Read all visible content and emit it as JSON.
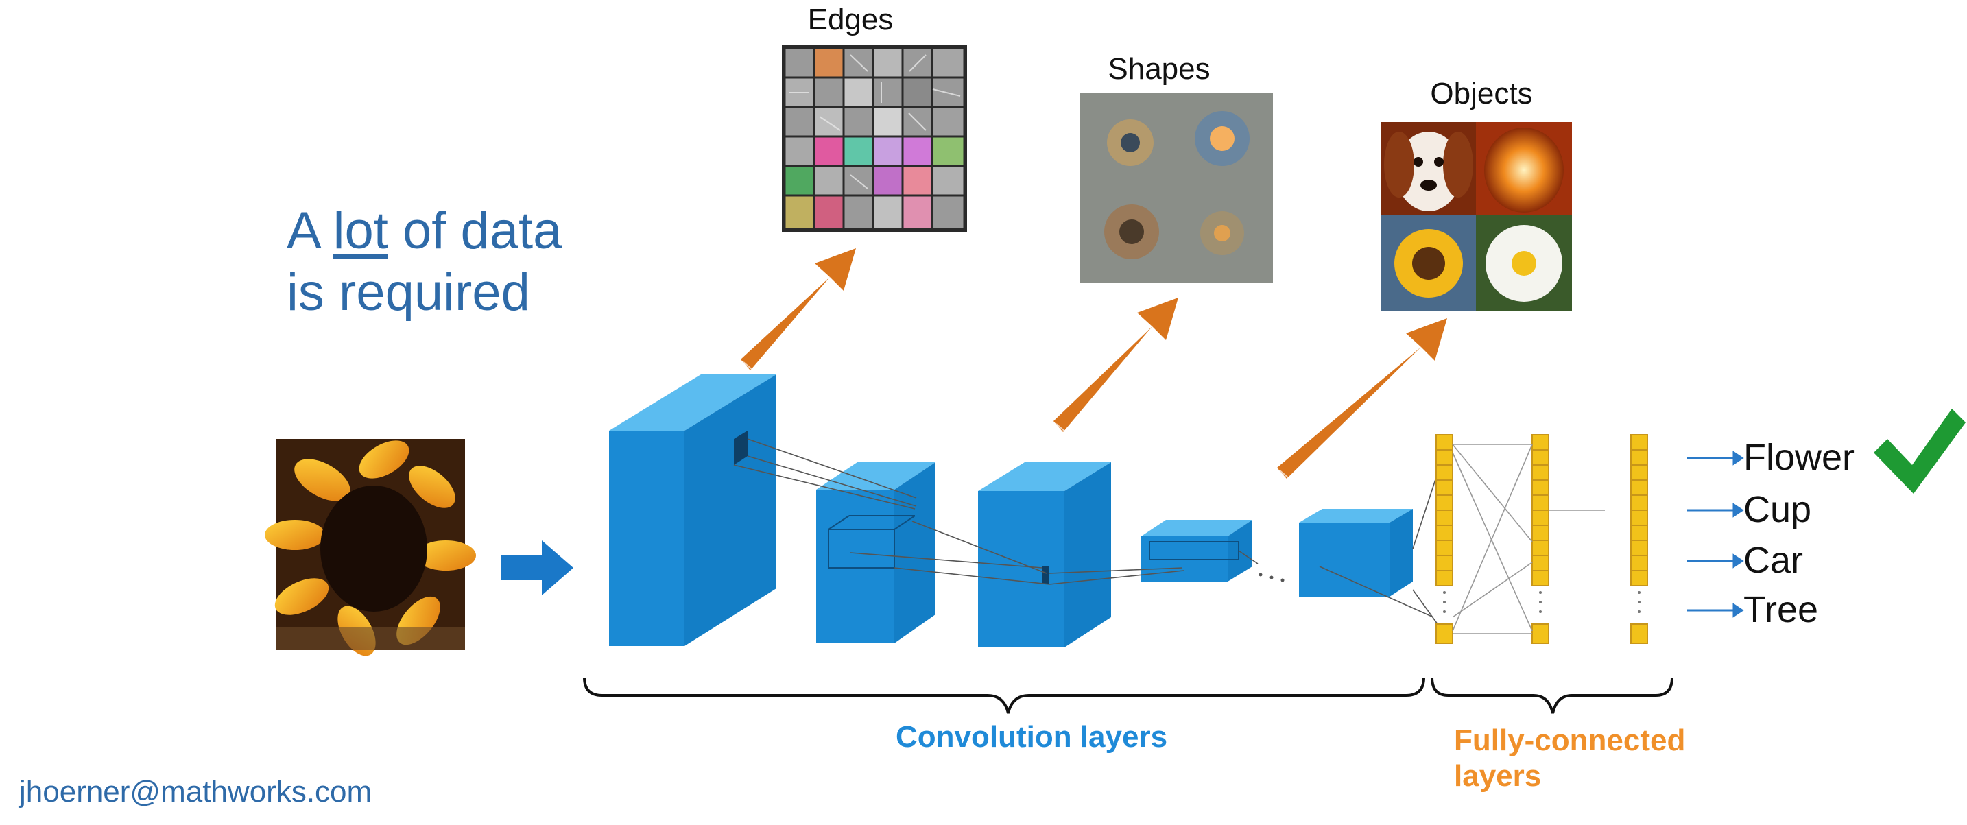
{
  "headline": {
    "line1_pre": "A ",
    "line1_underlined": "lot",
    "line1_post": " of data",
    "line2": "is required"
  },
  "panels": {
    "edges": "Edges",
    "shapes": "Shapes",
    "objects": "Objects"
  },
  "classes": [
    "Flower",
    "Cup",
    "Car",
    "Tree"
  ],
  "braces": {
    "convolution": "Convolution layers",
    "fully_connected_line1": "Fully-connected",
    "fully_connected_line2": "layers"
  },
  "footer": {
    "email": "jhoerner@mathworks.com"
  },
  "colors": {
    "cube": "#1a8ad4",
    "arrow_orange": "#d9741c",
    "fc_node": "#f2c21a",
    "headline": "#2e6aa8",
    "conv_label": "#1f8ad8",
    "fc_label": "#f0902a",
    "check": "#1e9a33"
  }
}
